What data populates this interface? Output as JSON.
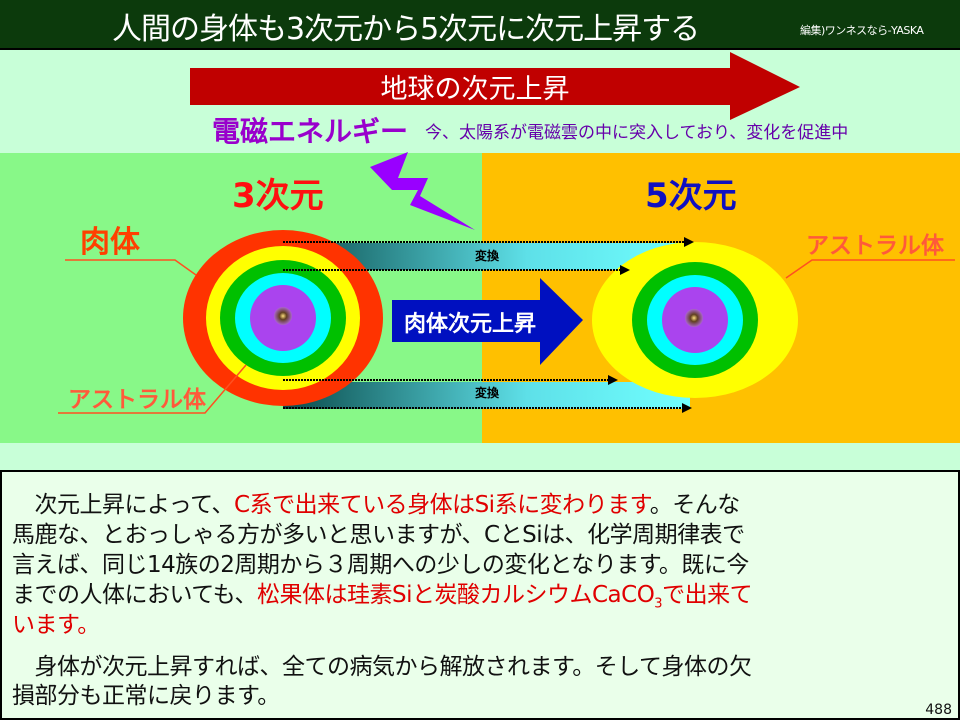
{
  "header": {
    "title": "人間の身体も3次元から5次元に次元上昇する",
    "credit": "編集)ワンネスなら-YASKA"
  },
  "diagram": {
    "earth_arrow_label": "地球の次元上昇",
    "energy_label": "電磁エネルギー",
    "energy_note": "今、太陽系が電磁雲の中に突入しており、変化を促進中",
    "left_title": "3次元",
    "right_title": "5次元",
    "physical_body_label": "肉体",
    "astral_body_label_left": "アストラル体",
    "astral_body_label_right": "アストラル体",
    "conversion_label_top": "変換",
    "conversion_label_bottom": "変換",
    "ascension_arrow_label": "肉体次元上昇",
    "colors": {
      "left_panel": "#88f888",
      "right_panel": "#ffc000",
      "earth_arrow": "#c00000",
      "ascension_arrow": "#0010c0",
      "lightning": "#9900ff"
    }
  },
  "body_text": {
    "line1_a": "　次元上昇によって、",
    "line1_b": "C系で出来ている身体はSi系に変わります",
    "line1_c": "。そんな",
    "line2": "馬鹿な、とおっしゃる方が多いと思いますが、CとSiは、化学周期律表で",
    "line3": "言えば、同じ14族の2周期から３周期への少しの変化となります。既に今",
    "line4_a": "までの人体においても、",
    "line4_b": "松果体は珪素Siと炭酸カルシウムCaCO",
    "line4_sub": "3",
    "line4_c": "で出来て",
    "line5": "います。",
    "line6": "　身体が次元上昇すれば、全ての病気から解放されます。そして身体の欠",
    "line7": "損部分も正常に戻ります。"
  },
  "page_number": "488"
}
